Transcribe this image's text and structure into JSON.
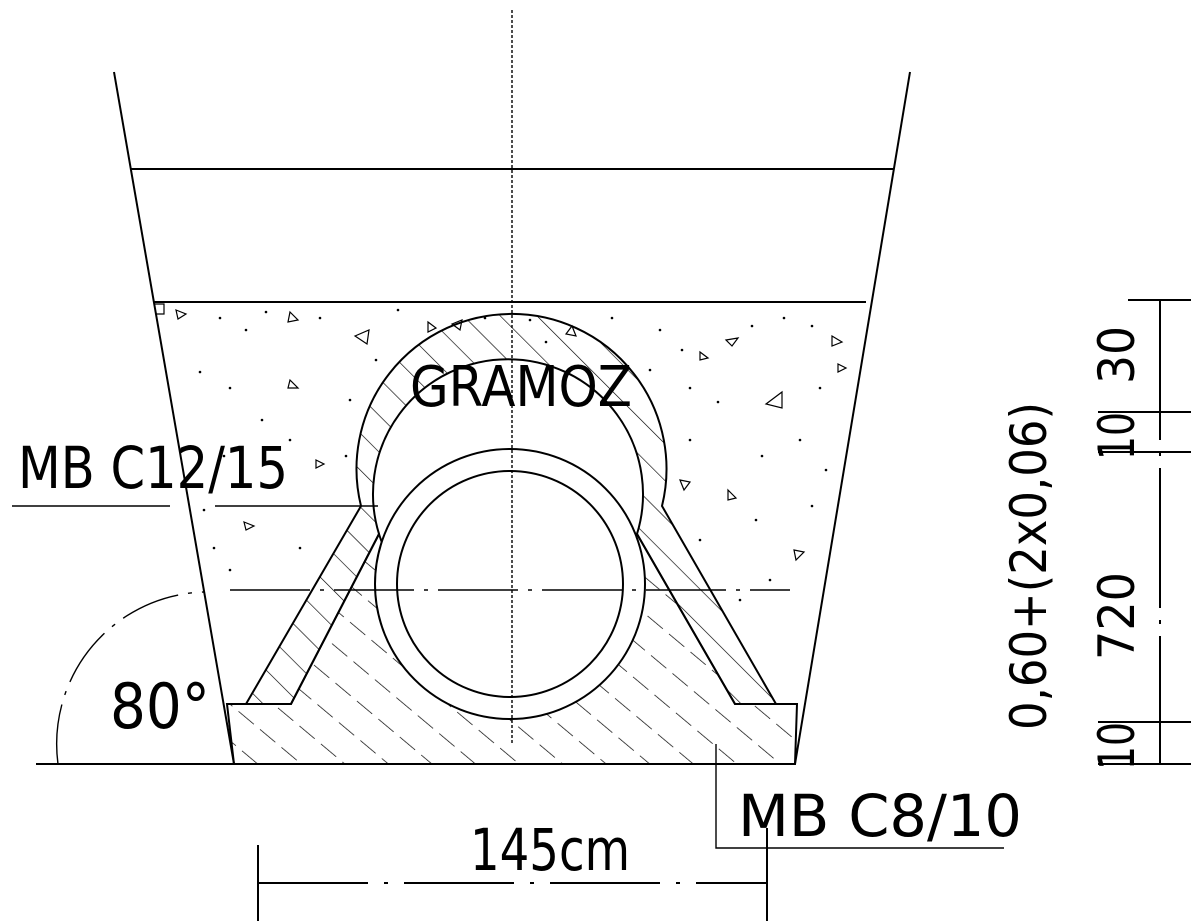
{
  "labels": {
    "material_top": "GRAMOZ",
    "concrete_upper": "MB C12/15",
    "concrete_lower": "MB C8/10",
    "angle": "80°",
    "width": "145cm",
    "formula": "0,60+(2x0,06)",
    "dim_30": "30",
    "dim_10a": "10",
    "dim_720": "720",
    "dim_10b": "10"
  }
}
